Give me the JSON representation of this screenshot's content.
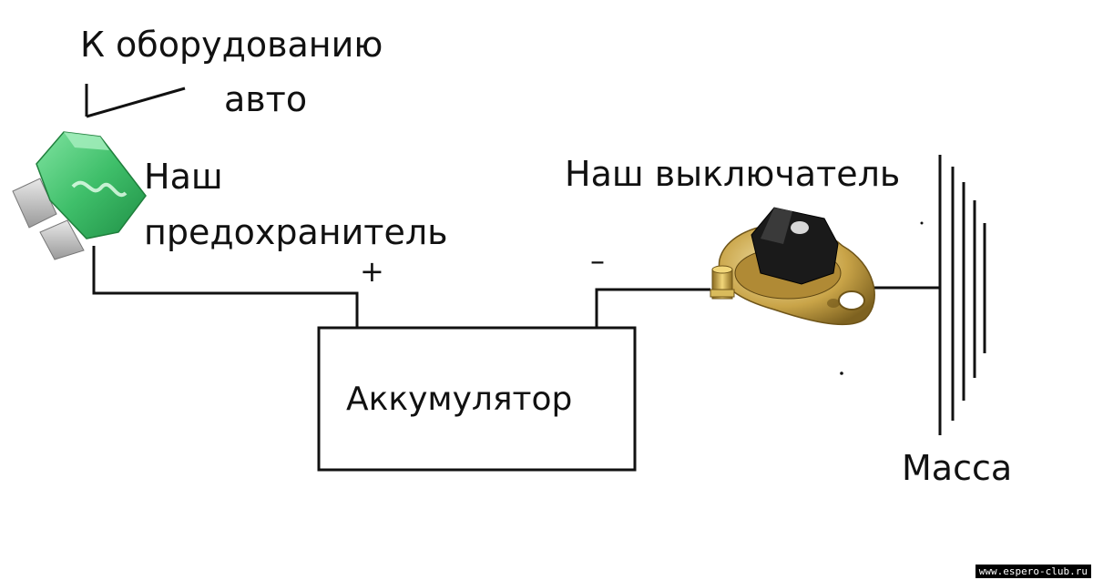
{
  "labels": {
    "equipment_line1": "К оборудованию",
    "equipment_line2": "авто",
    "fuse_line1": "Наш",
    "fuse_line2": "предохранитель",
    "switch": "Наш выключатель",
    "plus": "+",
    "minus": "–",
    "battery": "Аккумулятор",
    "ground": "Масса"
  },
  "watermark": "www.espero-club.ru",
  "colors": {
    "wire": "#111111",
    "fuse": "#3fbf6a",
    "switch_body": "#c9a448",
    "knob": "#1a1a1a"
  },
  "icons": {
    "fuse": "blade-fuse-icon",
    "switch": "battery-disconnect-switch-icon",
    "ground": "ground-symbol-icon"
  }
}
